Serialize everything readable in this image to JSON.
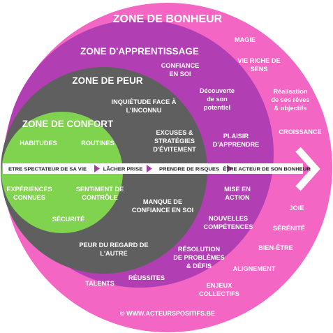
{
  "colors": {
    "bonheur": "#f466c4",
    "apprentissage": "#b13fb3",
    "peur": "#5f5f5f",
    "confort": "#7fd34e",
    "arrow_band": "#ffffff",
    "arrow_chevron": "#a63ca3",
    "text": "#ffffff"
  },
  "zones": {
    "bonheur": {
      "title": "ZONE DE BONHEUR",
      "items": {
        "magie": "MAGIE",
        "vie_riche_1": "VIE RICHE DE",
        "vie_riche_2": "SENS",
        "realisation_1": "Réalisation",
        "realisation_2": "de ses rêves",
        "realisation_3": "& objectifs",
        "croissance": "CROISSANCE",
        "joie": "JOIE",
        "serenite": "SÉRÉNITÉ",
        "bien_etre": "BIEN-ÊTRE",
        "alignement": "ALIGNEMENT",
        "enjeux_1": "ENJEUX",
        "enjeux_2": "COLLECTIFS",
        "talents": "TALENTS",
        "reussites": "RÉUSSITES"
      }
    },
    "apprentissage": {
      "title": "ZONE D'APPRENTISSAGE",
      "items": {
        "confiance_1": "CONFIANCE",
        "confiance_2": "EN SOI",
        "decouverte_1": "Découverte",
        "decouverte_2": "de son",
        "decouverte_3": "potentiel",
        "plaisir_1": "PLAISIR",
        "plaisir_2": "D'APPRENDRE",
        "mise_1": "MISE EN",
        "mise_2": "ACTION",
        "nouvelles_1": "NOUVELLES",
        "nouvelles_2": "COMPÉTENCES",
        "resolution_1": "RÉSOLUTION",
        "resolution_2": "DE PROBLÈMES",
        "resolution_3": "& DÉFIS"
      }
    },
    "peur": {
      "title": "ZONE DE PEUR",
      "items": {
        "inquietude_1": "INQUIÉTUDE FACE À",
        "inquietude_2": "L'INCONNU",
        "excuses_1": "EXCUSES &",
        "excuses_2": "STRATÉGIES",
        "excuses_3": "D'ÉVITEMENT",
        "manque_1": "MANQUE DE",
        "manque_2": "CONFIANCE EN SOI",
        "regard_1": "PEUR DU REGARD DE",
        "regard_2": "L'AUTRE"
      }
    },
    "confort": {
      "title": "ZONE DE CONFORT",
      "items": {
        "habitudes": "HABITUDES",
        "routines": "ROUTINES",
        "experiences_1": "EXPÉRIENCES",
        "experiences_2": "CONNUES",
        "sentiment_1": "SENTIMENT DE",
        "sentiment_2": "CONTRÔLE",
        "securite": "SÉCURITÉ"
      }
    }
  },
  "arrow": {
    "spectateur": "ETRE SPECTATEUR DE SA VIE",
    "lacher": "LÂCHER PRISE",
    "prendre": "PRENDRE DE RISQUES",
    "acteur": "ÊTRE ACTEUR DE SON BONHEUR"
  },
  "copyright": "© WWW.ACTEURSPOSITIFS.BE"
}
